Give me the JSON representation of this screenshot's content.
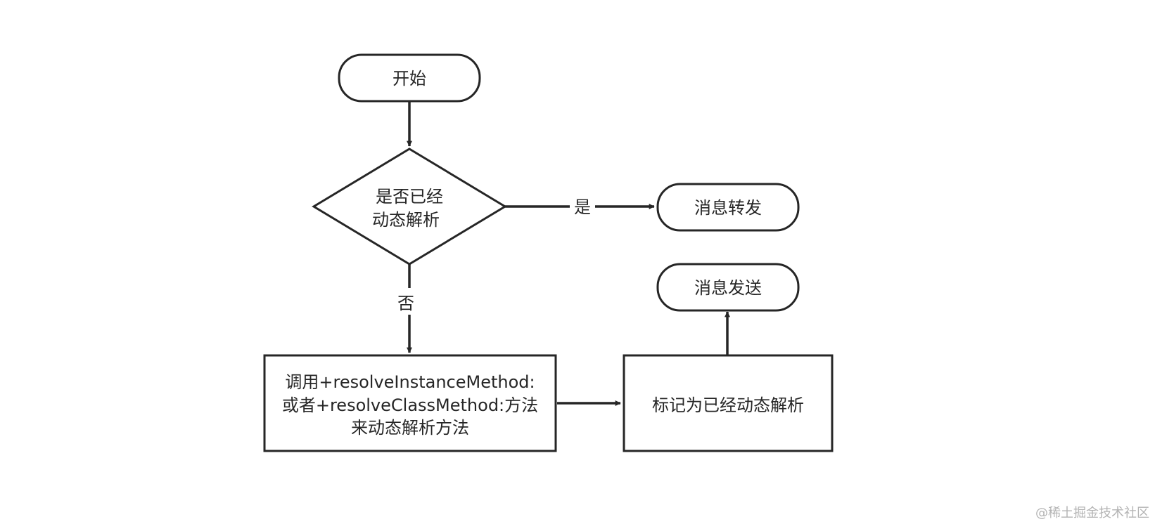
{
  "nodes": {
    "start": "开始",
    "decision_line1": "是否已经",
    "decision_line2": "动态解析",
    "forward": "消息转发",
    "send": "消息发送",
    "call_line1": "调用+resolveInstanceMethod:",
    "call_line2": "或者+resolveClassMethod:方法",
    "call_line3": "来动态解析方法",
    "mark": "标记为已经动态解析"
  },
  "edges": {
    "yes_label": "是",
    "no_label": "否"
  },
  "watermark": "@稀土掘金技术社区",
  "colors": {
    "stroke": "#262626",
    "text": "#262626",
    "watermark": "#b3b3b3",
    "background": "#ffffff"
  }
}
